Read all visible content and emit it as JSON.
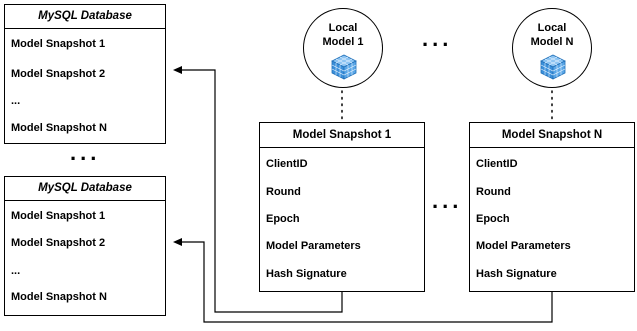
{
  "databases": [
    {
      "title": "MySQL Database",
      "rows": [
        "Model Snapshot 1",
        "Model Snapshot 2",
        "...",
        "Model Snapshot N"
      ]
    },
    {
      "title": "MySQL Database",
      "rows": [
        "Model Snapshot 1",
        "Model Snapshot 2",
        "...",
        "Model Snapshot N"
      ]
    }
  ],
  "db_separator": "...",
  "local_models": [
    {
      "line1": "Local",
      "line2": "Model 1",
      "icon": "cube-icon"
    },
    {
      "line1": "Local",
      "line2": "Model N",
      "icon": "cube-icon"
    }
  ],
  "models_separator": "...",
  "snapshots": [
    {
      "title": "Model Snapshot 1",
      "fields": [
        "ClientID",
        "Round",
        "Epoch",
        "Model Parameters",
        "Hash Signature"
      ]
    },
    {
      "title": "Model Snapshot N",
      "fields": [
        "ClientID",
        "Round",
        "Epoch",
        "Model Parameters",
        "Hash Signature"
      ]
    }
  ],
  "snapshots_separator": "...",
  "colors": {
    "cube": "#3b8fd9",
    "cube_light": "#8cc4f2",
    "stroke": "#000000"
  }
}
